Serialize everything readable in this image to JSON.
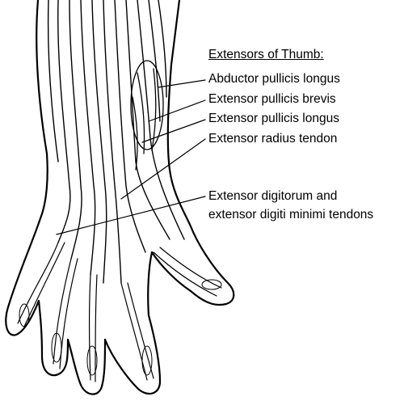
{
  "diagram": {
    "heading": "Extensors of Thumb:",
    "labels": {
      "abductor_pollicis_longus": "Abductor pullicis longus",
      "extensor_pollicis_brevis": "Extensor pullicis brevis",
      "extensor_pollicis_longus": "Extensor pullicis longus",
      "extensor_radius_tendon": "Extensor radius tendon",
      "extensor_digitorum_line1": "Extensor digitorum and",
      "extensor_digitorum_line2": "extensor digiti minimi tendons"
    }
  },
  "colors": {
    "ink": "#000000",
    "paper": "#ffffff"
  }
}
